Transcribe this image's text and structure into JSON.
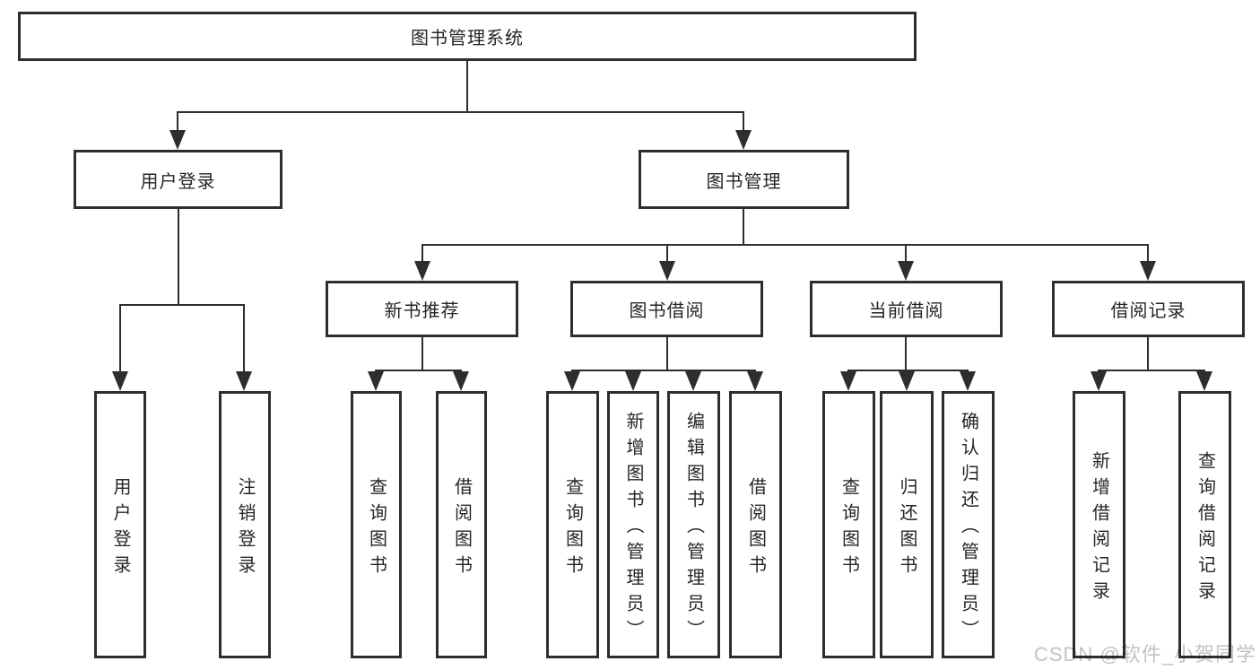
{
  "root": {
    "label": "图书管理系统"
  },
  "level2": {
    "user_login": {
      "label": "用户登录"
    },
    "book_mgmt": {
      "label": "图书管理"
    }
  },
  "level3": {
    "recommend": {
      "label": "新书推荐"
    },
    "borrow": {
      "label": "图书借阅"
    },
    "current": {
      "label": "当前借阅"
    },
    "records": {
      "label": "借阅记录"
    }
  },
  "leaves": {
    "user_login": [
      "用户登录",
      "注销登录"
    ],
    "recommend": [
      "查询图书",
      "借阅图书"
    ],
    "borrow": [
      "查询图书",
      "新增图书（管理员）",
      "编辑图书（管理员）",
      "借阅图书"
    ],
    "current": [
      "查询图书",
      "归还图书",
      "确认归还（管理员）"
    ],
    "records": [
      "新增借阅记录",
      "查询借阅记录"
    ]
  },
  "watermark": "CSDN @软件_小贺同学",
  "colors": {
    "line": "#2e2e2e",
    "box_border": "#2e2e2e",
    "text": "#262626",
    "watermark": "#c2c2c2",
    "background": "#ffffff"
  }
}
